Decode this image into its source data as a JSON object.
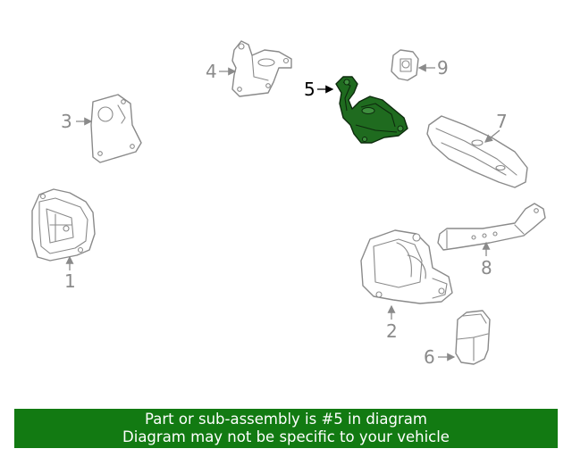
{
  "diagram": {
    "highlight_color": "#127a12",
    "callouts": [
      {
        "id": "1",
        "label": "1"
      },
      {
        "id": "2",
        "label": "2"
      },
      {
        "id": "3",
        "label": "3"
      },
      {
        "id": "4",
        "label": "4"
      },
      {
        "id": "5",
        "label": "5",
        "highlighted": true
      },
      {
        "id": "6",
        "label": "6"
      },
      {
        "id": "7",
        "label": "7"
      },
      {
        "id": "8",
        "label": "8"
      },
      {
        "id": "9",
        "label": "9"
      }
    ]
  },
  "banner": {
    "line1": "Part or sub-assembly is #5 in diagram",
    "line2": "Diagram may not be specific to your vehicle",
    "background": "#127a12"
  }
}
